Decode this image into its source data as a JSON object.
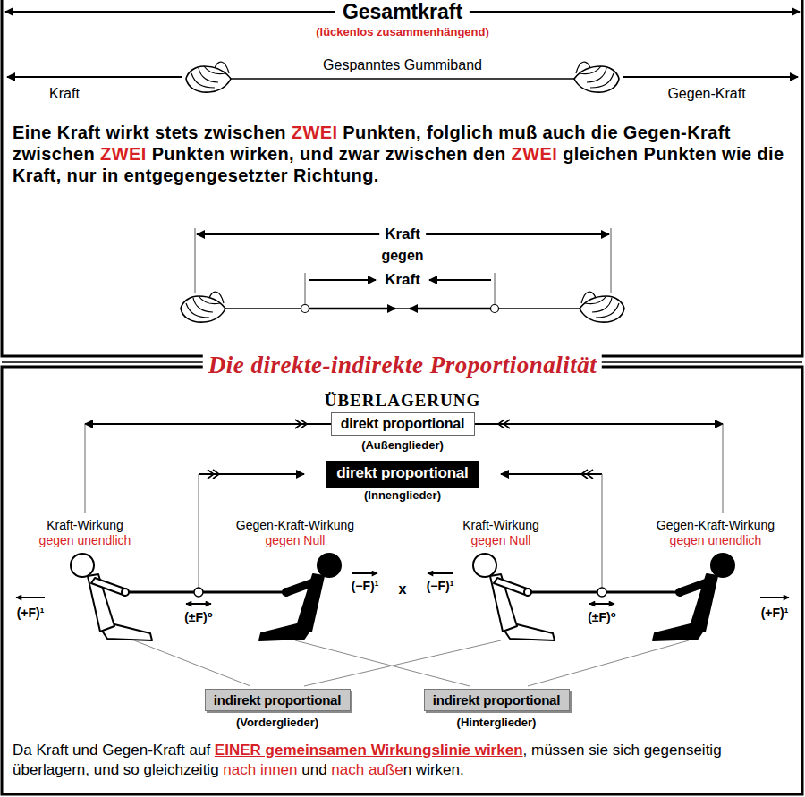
{
  "diagram": {
    "title": "Gesamtkraft",
    "nodes": [
      {
        "text": [
          "direkt proportional"
        ]
      },
      {
        "text": [
          "direkt proportional"
        ]
      },
      {
        "text": [
          "indirekt proportional"
        ]
      },
      {
        "text": [
          "indirekt proportional"
        ]
      }
    ],
    "labels": [
      "(lückenlos zusammenhängend)",
      "Gespanntes Gummiband",
      "Kraft",
      "Gegen-Kraft",
      "Eine Kraft wirkt stets zwischen ",
      "ZWEI",
      " Punkten, folglich muß auch die Gegen-Kraft zwischen ",
      "ZWEI",
      " Punkten wirken, und zwar zwischen den ",
      "ZWEI",
      " gleichen Punkten wie die Kraft, nur in entgegengesetzter Richtung.",
      "Kraft",
      "gegen",
      "Kraft",
      "Die direkte-indirekte Proportionalität",
      "ÜBERLAGERUNG",
      "(Außenglieder)",
      "(Innenglieder)",
      "Kraft-Wirkung",
      "gegen unendlich",
      "Gegen-Kraft-Wirkung",
      "gegen Null",
      "Kraft-Wirkung",
      "gegen Null",
      "Gegen-Kraft-Wirkung",
      "gegen unendlich",
      "(+F)¹",
      "(±F)⁰",
      "(−F)¹",
      "x",
      "(−F)¹",
      "(±F)⁰",
      "(+F)¹",
      "(Vorderglieder)",
      "(Hinterglieder)",
      "Da Kraft und Gegen-Kraft auf ",
      "EINER gemeinsamen Wirkungslinie wirken",
      ", müssen sie sich gegenseitig überlagern, und so gleichzeitig ",
      "nach innen",
      " und ",
      "nach auße",
      "n wirken."
    ]
  }
}
